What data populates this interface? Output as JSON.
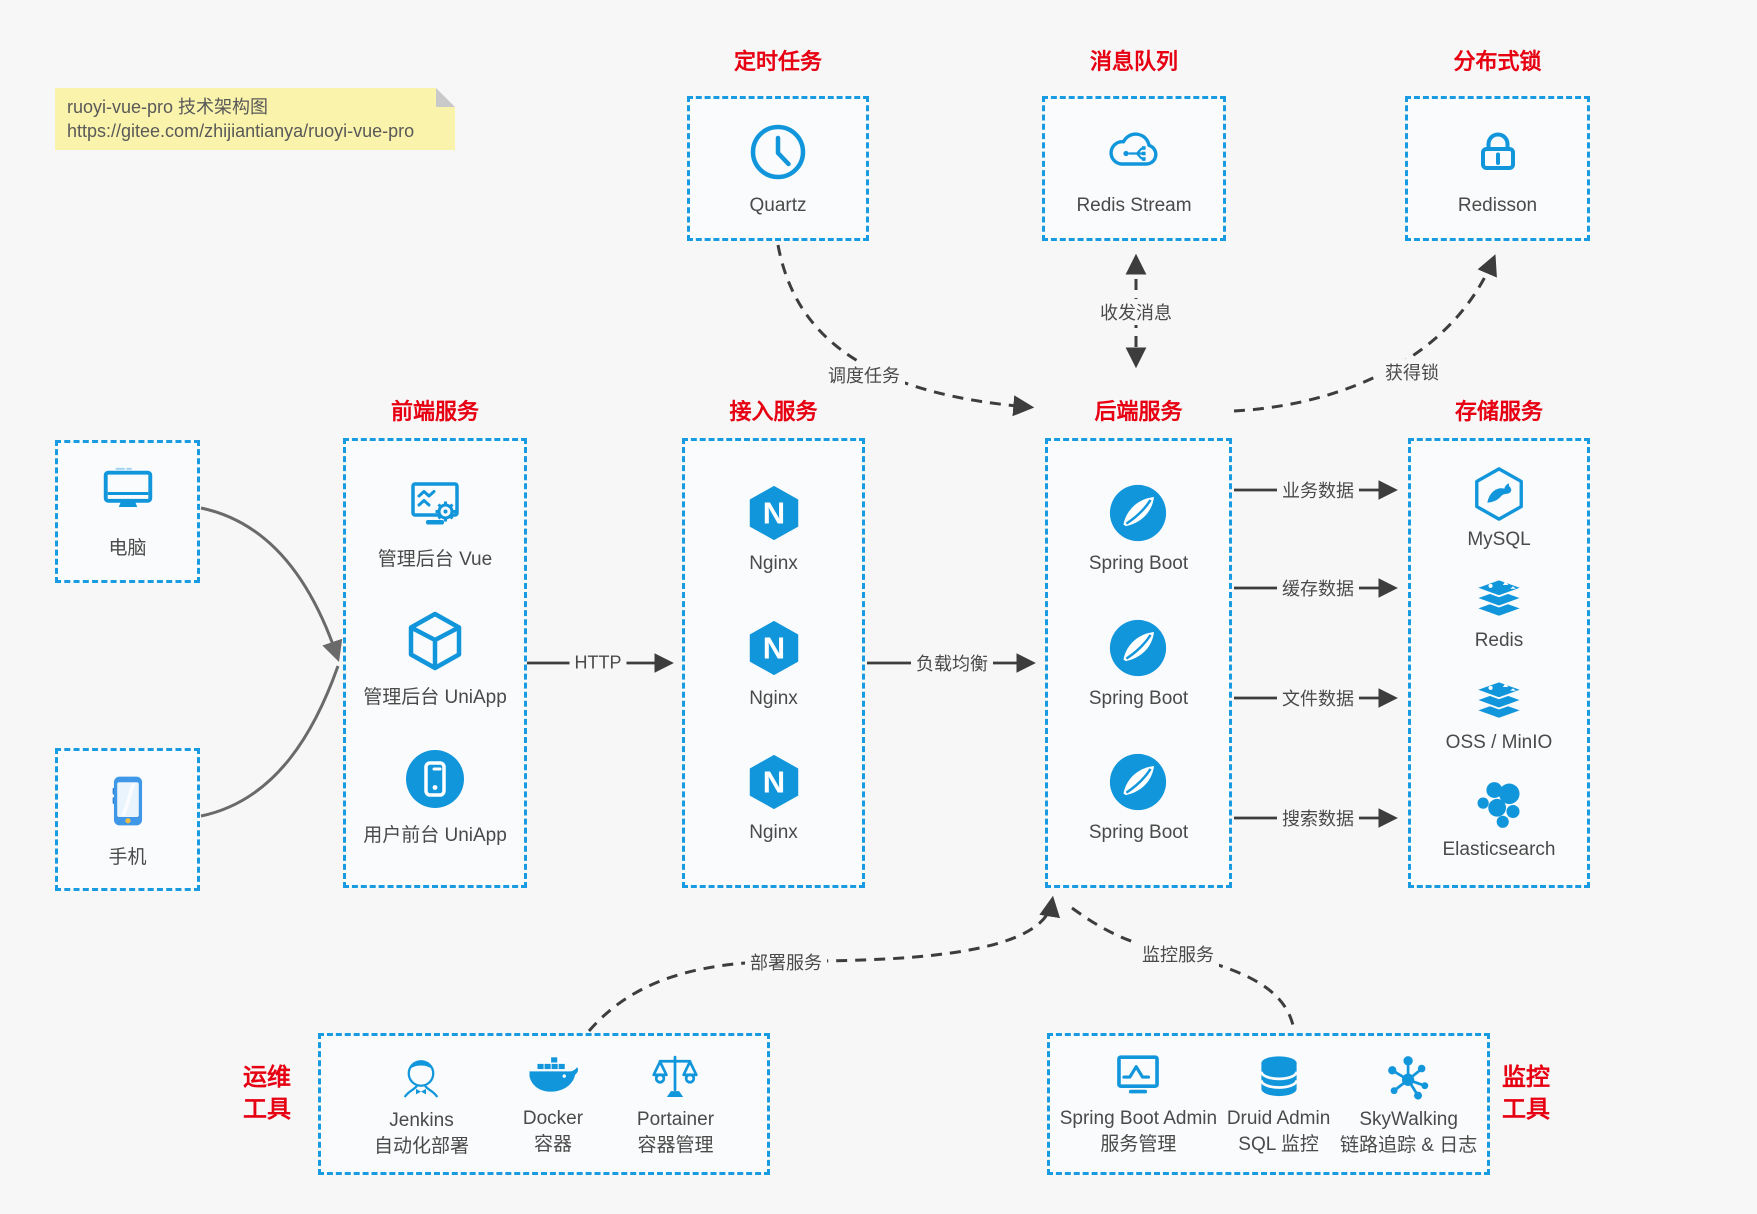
{
  "note": {
    "title": "ruoyi-vue-pro 技术架构图",
    "url": "https://gitee.com/zhijiantianya/ruoyi-vue-pro"
  },
  "top_groups": [
    {
      "title": "定时任务",
      "item": "Quartz",
      "icon": "clock-icon"
    },
    {
      "title": "消息队列",
      "item": "Redis Stream",
      "icon": "cloud-network-icon"
    },
    {
      "title": "分布式锁",
      "item": "Redisson",
      "icon": "lock-icon"
    }
  ],
  "clients": [
    {
      "label": "电脑",
      "icon": "desktop-icon"
    },
    {
      "label": "手机",
      "icon": "smartphone-icon"
    }
  ],
  "columns": [
    {
      "title": "前端服务",
      "items": [
        {
          "label": "管理后台 Vue"
        },
        {
          "label": "管理后台 UniApp"
        },
        {
          "label": "用户前台 UniApp"
        }
      ]
    },
    {
      "title": "接入服务",
      "items": [
        {
          "label": "Nginx"
        },
        {
          "label": "Nginx"
        },
        {
          "label": "Nginx"
        }
      ]
    },
    {
      "title": "后端服务",
      "items": [
        {
          "label": "Spring Boot"
        },
        {
          "label": "Spring Boot"
        },
        {
          "label": "Spring Boot"
        }
      ]
    },
    {
      "title": "存储服务",
      "items": [
        {
          "label": "MySQL"
        },
        {
          "label": "Redis"
        },
        {
          "label": "OSS / MinIO"
        },
        {
          "label": "Elasticsearch"
        }
      ]
    }
  ],
  "edges": {
    "http": "HTTP",
    "load_balance": "负载均衡",
    "schedule": "调度任务",
    "messaging": "收发消息",
    "lock": "获得锁",
    "business_data": "业务数据",
    "cache_data": "缓存数据",
    "file_data": "文件数据",
    "search_data": "搜索数据",
    "deploy": "部署服务",
    "monitor": "监控服务"
  },
  "tool_groups": [
    {
      "title_line1": "运维",
      "title_line2": "工具",
      "items": [
        {
          "name": "Jenkins",
          "desc": "自动化部署"
        },
        {
          "name": "Docker",
          "desc": "容器"
        },
        {
          "name": "Portainer",
          "desc": "容器管理"
        }
      ]
    },
    {
      "title_line1": "监控",
      "title_line2": "工具",
      "items": [
        {
          "name": "Spring Boot Admin",
          "desc": "服务管理"
        },
        {
          "name": "Druid Admin",
          "desc": "SQL 监控"
        },
        {
          "name": "SkyWalking",
          "desc": "链路追踪 & 日志"
        }
      ]
    }
  ],
  "icons": {
    "nginx_letter": "N"
  },
  "colors": {
    "accent": "#1296db",
    "border_blue": "#189be1",
    "title_red": "#e60012",
    "arrow_dark": "#3d3d3d",
    "client_arrow": "#6a6a6a",
    "note_bg": "#faf3ab",
    "background": "#f7f7f7",
    "phone_body": "#3f97e8",
    "phone_home": "#f2bd42"
  }
}
